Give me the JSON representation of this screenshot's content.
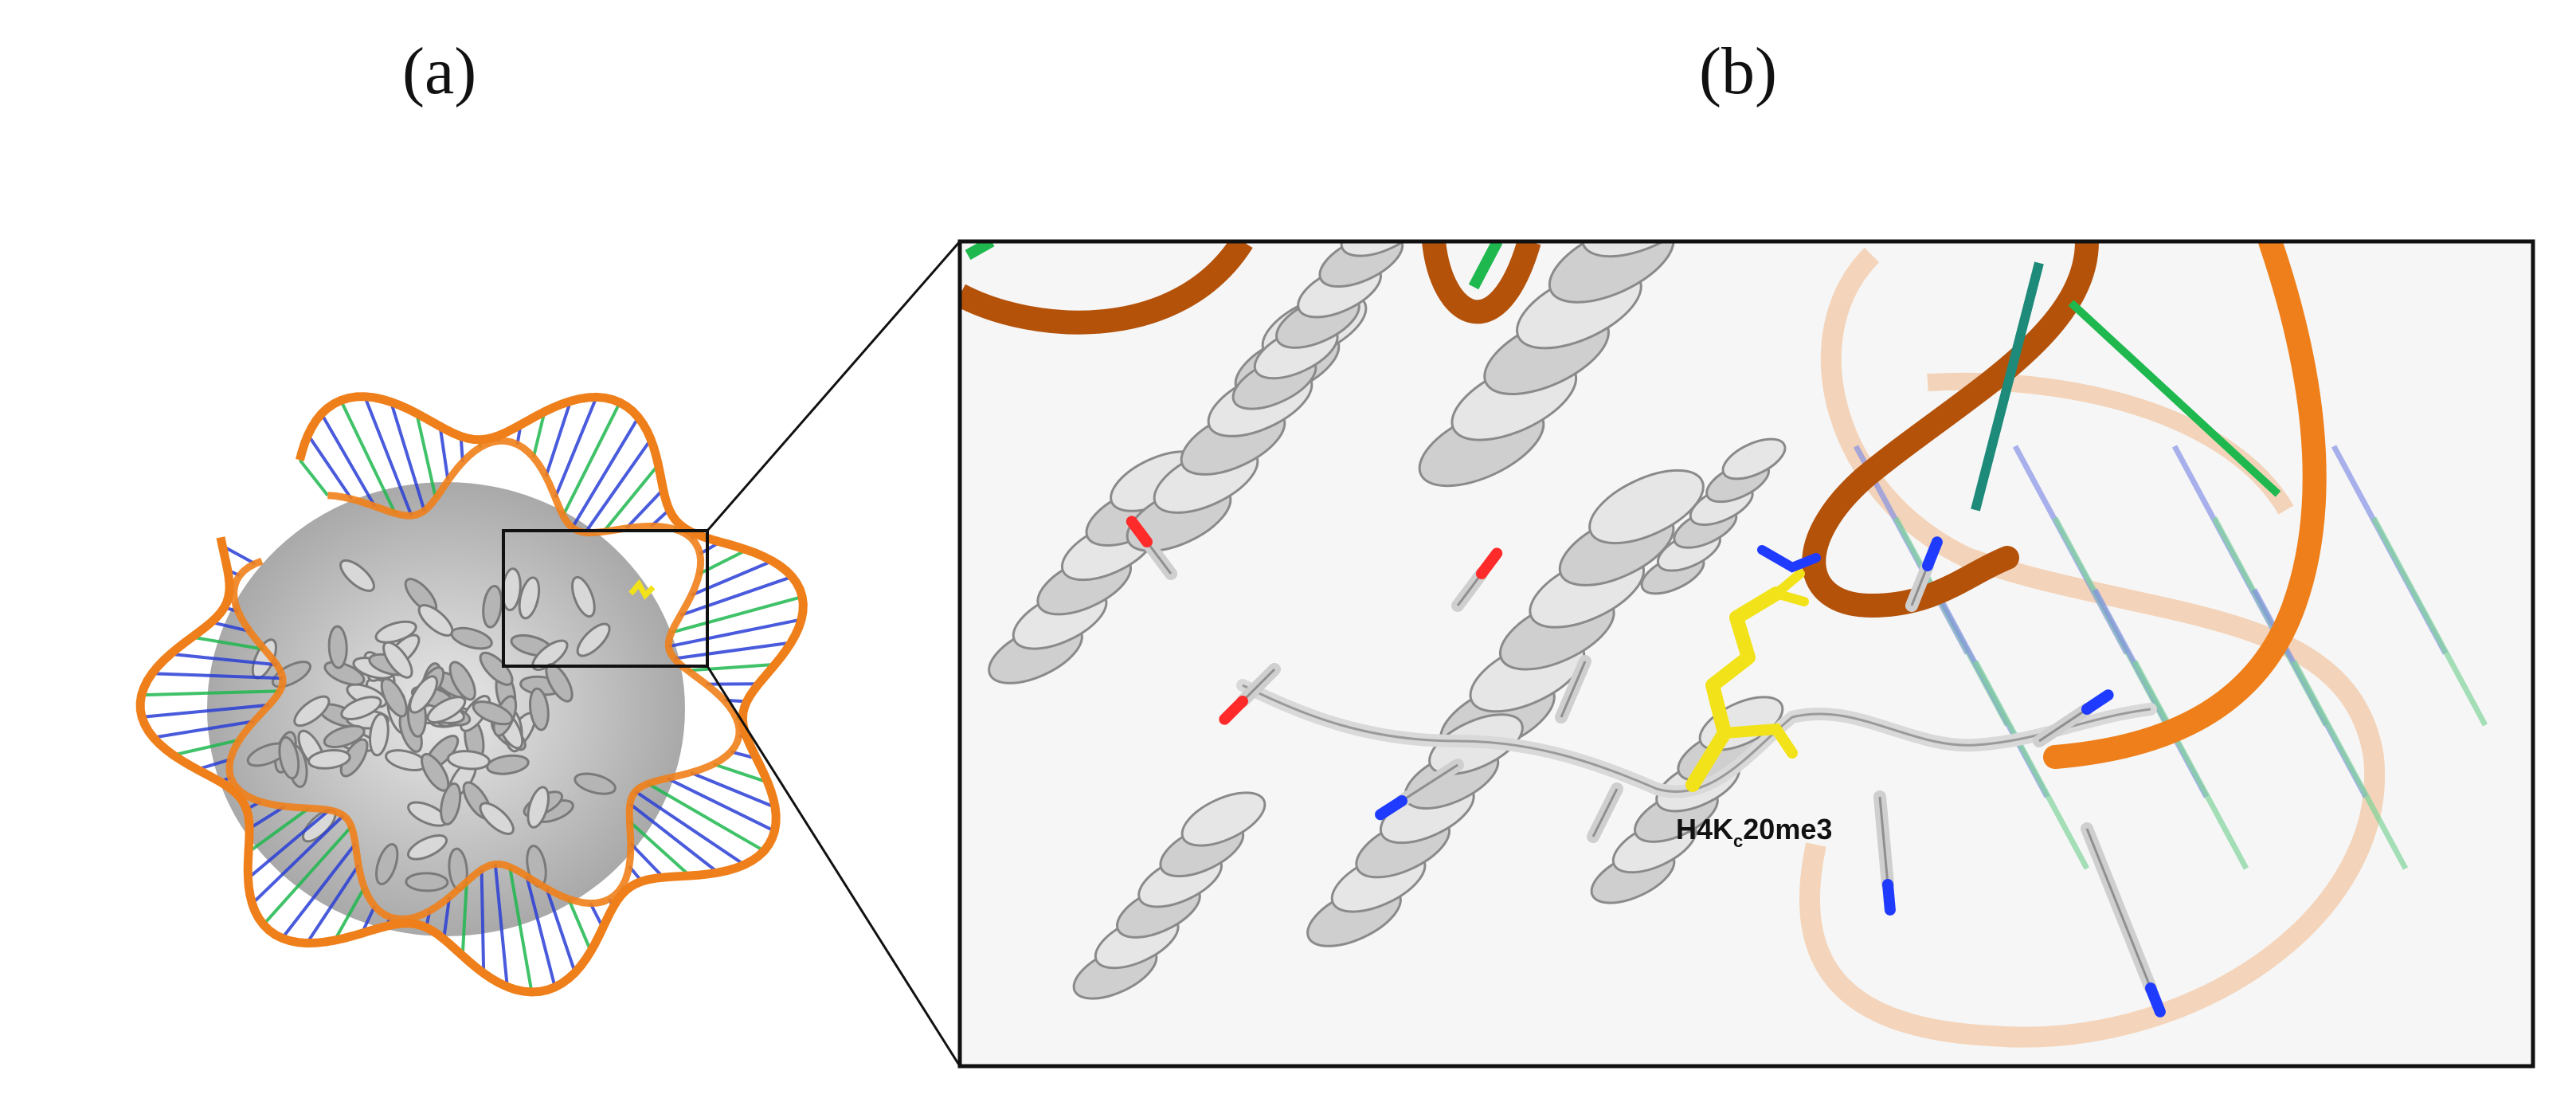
{
  "panels": {
    "a": {
      "label": "(a)"
    },
    "b": {
      "label": "(b)"
    }
  },
  "annotation": {
    "label_prefix": "H4K",
    "label_subscript": "c",
    "label_suffix": "20me3"
  },
  "colors": {
    "dna_backbone_dark": "#b4520a",
    "dna_backbone": "#ef7f1a",
    "dna_backbone_light": "#f2b98a",
    "dna_base_green": "#1fb84f",
    "dna_base_blue": "#2a3fd6",
    "dna_base_teal": "#1e8a7a",
    "protein": "#c9c9c9",
    "protein_dark": "#8e8e8e",
    "ligand": "#f2e21a",
    "nitrogen": "#1f3bff",
    "oxygen": "#ff2a2a",
    "frame": "#111111"
  }
}
